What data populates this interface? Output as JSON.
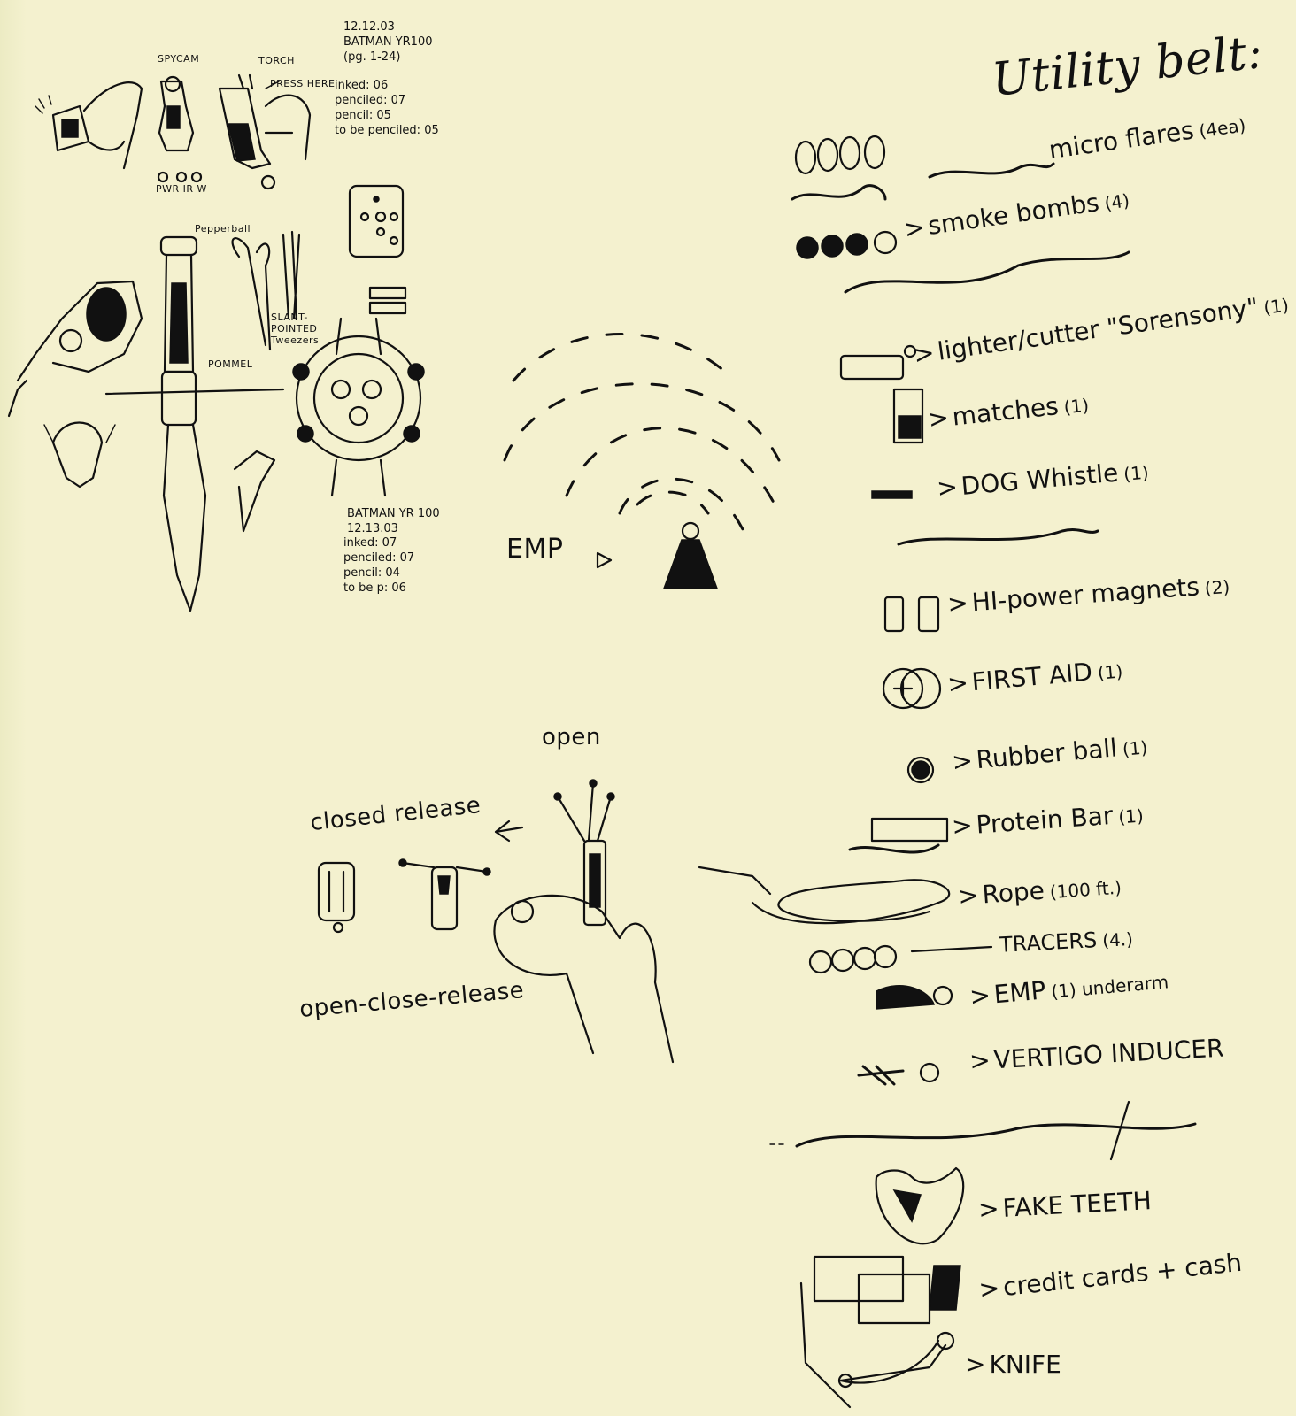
{
  "title": "Utility belt:",
  "top_notes": {
    "date1": "12.12.03",
    "project1": "BATMAN YR100",
    "pages1": "(pg. 1-24)",
    "progress1": [
      "inked: 06",
      "penciled: 07",
      "pencil: 05",
      "to be penciled: 05"
    ],
    "date2": "12.13.03",
    "project2": "BATMAN YR 100",
    "progress2": [
      "inked: 07",
      "penciled: 07",
      "pencil: 04",
      "to be p: 06"
    ]
  },
  "sketch_labels": {
    "spycam": "SPYCAM",
    "torch": "TORCH",
    "press_here": "PRESS HERE",
    "modes": "PWR IR W",
    "pepperball": "Pepperball",
    "tweezers": "SLANT-POINTED Tweezers",
    "pommel": "POMMEL",
    "emp": "EMP",
    "open": "open",
    "closed_release": "closed release",
    "open_close_release": "open-close-release"
  },
  "belt_items": [
    {
      "prefix": "",
      "label": "micro flares",
      "count": "(4ea)"
    },
    {
      "prefix": ">",
      "label": "smoke bombs",
      "count": "(4)"
    },
    {
      "prefix": ">",
      "label": "lighter/cutter \"Sorensony\"",
      "count": "(1)"
    },
    {
      "prefix": ">",
      "label": "matches",
      "count": "(1)"
    },
    {
      "prefix": ">",
      "label": "DOG Whistle",
      "count": "(1)"
    },
    {
      "prefix": ">",
      "label": "HI-power magnets",
      "count": "(2)"
    },
    {
      "prefix": ">",
      "label": "FIRST AID",
      "count": "(1)"
    },
    {
      "prefix": ">",
      "label": "Rubber ball",
      "count": "(1)"
    },
    {
      "prefix": ">",
      "label": "Protein Bar",
      "count": "(1)"
    },
    {
      "prefix": ">",
      "label": "Rope",
      "count": "(100 ft.)"
    },
    {
      "prefix": "",
      "label": "TRACERS",
      "count": "(4.)"
    },
    {
      "prefix": ">",
      "label": "EMP",
      "count": "(1) underarm"
    },
    {
      "prefix": ">",
      "label": "VERTIGO INDUCER",
      "count": ""
    },
    {
      "prefix": ">",
      "label": "FAKE TEETH",
      "count": ""
    },
    {
      "prefix": ">",
      "label": "credit cards + cash",
      "count": ""
    },
    {
      "prefix": ">",
      "label": "KNIFE",
      "count": ""
    }
  ],
  "colors": {
    "paper": "#f4f1cf",
    "ink": "#111111"
  }
}
